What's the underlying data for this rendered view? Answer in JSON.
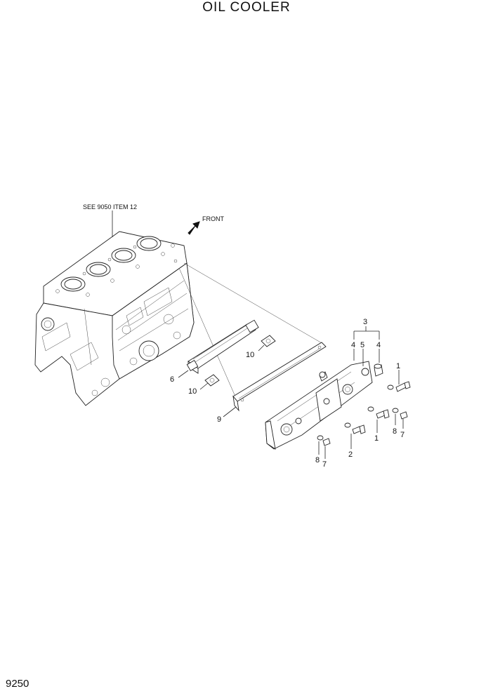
{
  "title": "OIL COOLER",
  "page_number": "9250",
  "reference_note": "SEE 9050 ITEM 12",
  "front_label": "FRONT",
  "callouts": {
    "c1a": "1",
    "c1b": "1",
    "c2": "2",
    "c3": "3",
    "c4a": "4",
    "c4b": "4",
    "c5": "5",
    "c6": "6",
    "c7a": "7",
    "c7b": "7",
    "c8a": "8",
    "c8b": "8",
    "c9": "9",
    "c10a": "10",
    "c10b": "10"
  }
}
